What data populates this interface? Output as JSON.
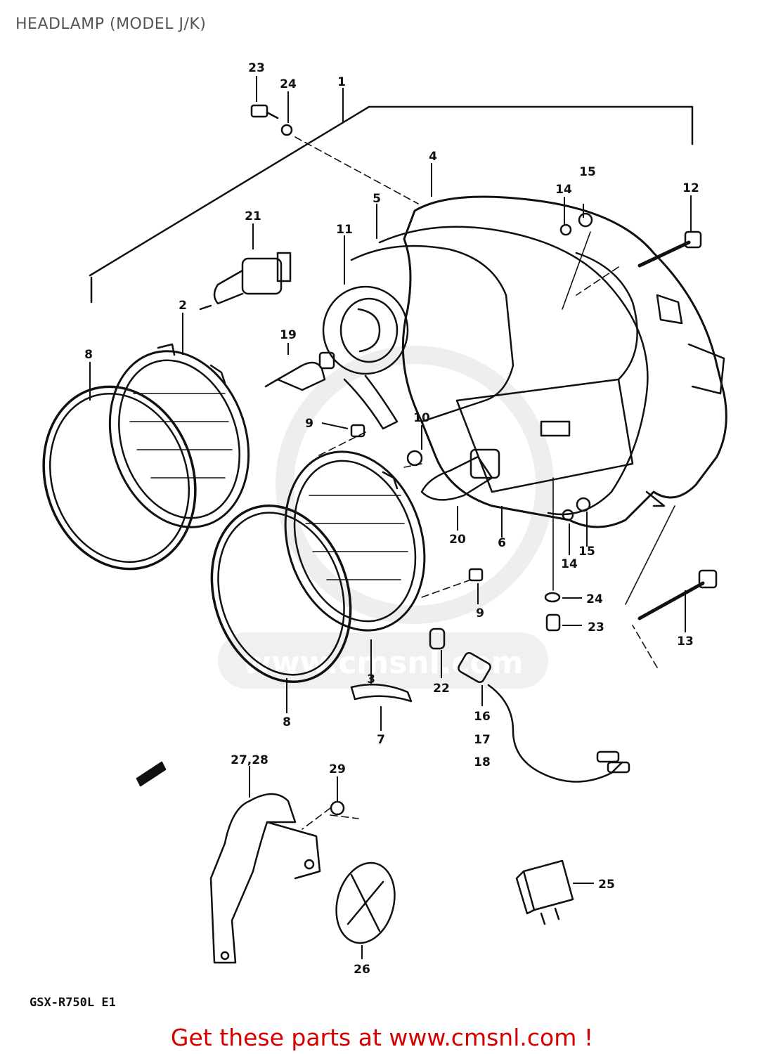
{
  "title": "HEADLAMP (MODEL J/K)",
  "model_code": "GSX-R750L E1",
  "footer": "Get these parts at www.cmsnl.com !",
  "watermark": "www.cmsnl.com",
  "colors": {
    "line": "#111111",
    "title": "#555555",
    "footer": "#d40000",
    "watermark": "#dddddd"
  },
  "callouts": [
    {
      "id": "c1",
      "label": "1"
    },
    {
      "id": "c2",
      "label": "2"
    },
    {
      "id": "c3",
      "label": "3"
    },
    {
      "id": "c4",
      "label": "4"
    },
    {
      "id": "c5",
      "label": "5"
    },
    {
      "id": "c6",
      "label": "6"
    },
    {
      "id": "c7",
      "label": "7"
    },
    {
      "id": "c8a",
      "label": "8"
    },
    {
      "id": "c8b",
      "label": "8"
    },
    {
      "id": "c9a",
      "label": "9"
    },
    {
      "id": "c9b",
      "label": "9"
    },
    {
      "id": "c10",
      "label": "10"
    },
    {
      "id": "c11",
      "label": "11"
    },
    {
      "id": "c12",
      "label": "12"
    },
    {
      "id": "c13",
      "label": "13"
    },
    {
      "id": "c14a",
      "label": "14"
    },
    {
      "id": "c14b",
      "label": "14"
    },
    {
      "id": "c15a",
      "label": "15"
    },
    {
      "id": "c15b",
      "label": "15"
    },
    {
      "id": "c16",
      "label": "16"
    },
    {
      "id": "c17",
      "label": "17"
    },
    {
      "id": "c18",
      "label": "18"
    },
    {
      "id": "c19",
      "label": "19"
    },
    {
      "id": "c20",
      "label": "20"
    },
    {
      "id": "c21",
      "label": "21"
    },
    {
      "id": "c22",
      "label": "22"
    },
    {
      "id": "c23a",
      "label": "23"
    },
    {
      "id": "c23b",
      "label": "23"
    },
    {
      "id": "c24a",
      "label": "24"
    },
    {
      "id": "c24b",
      "label": "24"
    },
    {
      "id": "c25",
      "label": "25"
    },
    {
      "id": "c26",
      "label": "26"
    },
    {
      "id": "c27",
      "label": "27,28"
    },
    {
      "id": "c29",
      "label": "29"
    }
  ]
}
